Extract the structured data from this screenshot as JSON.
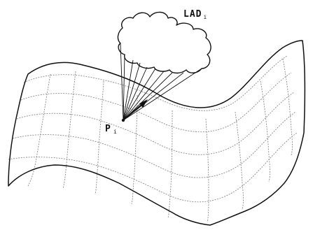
{
  "diagram": {
    "labels": {
      "point_main": "P",
      "point_sub": "i",
      "cone_main": "LAD",
      "cone_sub": "i"
    },
    "colors": {
      "ink": "#111111",
      "grid": "#8a8a8a",
      "background": "#ffffff"
    },
    "icons": {
      "direction_marker": "arrow-icon"
    }
  }
}
